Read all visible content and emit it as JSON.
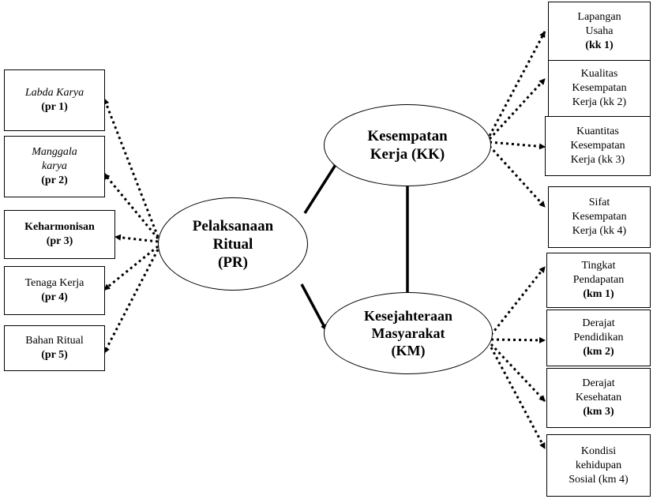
{
  "constructs": {
    "pr": {
      "line1": "Pelaksanaan",
      "line2": "Ritual",
      "line3": "(PR)"
    },
    "kk": {
      "line1": "Kesempatan",
      "line2": "Kerja (KK)"
    },
    "km": {
      "line1": "Kesejahteraan",
      "line2": "Masyarakat",
      "line3": "(KM)"
    }
  },
  "indicators_pr": [
    {
      "line1": "Labda Karya",
      "line2": "",
      "code": "(pr 1)"
    },
    {
      "line1": "Manggala",
      "line2": "karya",
      "code": "(pr 2)"
    },
    {
      "line1": "Keharmonisan",
      "line2": "",
      "code": "(pr 3)"
    },
    {
      "line1": "Tenaga Kerja",
      "line2": "",
      "code": "(pr 4)"
    },
    {
      "line1": "Bahan Ritual",
      "line2": "",
      "code": "(pr 5)"
    }
  ],
  "indicators_kk": [
    {
      "line1": "Lapangan",
      "line2": "Usaha",
      "code": "(kk 1)"
    },
    {
      "line1": "Kualitas",
      "line2": "Kesempatan",
      "code": "Kerja (kk 2)"
    },
    {
      "line1": "Kuantitas",
      "line2": "Kesempatan",
      "code": "Kerja  (kk 3)"
    },
    {
      "line1": "Sifat",
      "line2": "Kesempatan",
      "code": "Kerja  (kk 4)"
    }
  ],
  "indicators_km": [
    {
      "line1": "Tingkat",
      "line2": "Pendapatan",
      "code": "(km 1)"
    },
    {
      "line1": "Derajat",
      "line2": "Pendidikan",
      "code": "(km 2)"
    },
    {
      "line1": "Derajat",
      "line2": "Kesehatan",
      "code": "(km 3)"
    },
    {
      "line1": "Kondisi",
      "line2": "kehidupan",
      "code": "Sosial  (km 4)"
    }
  ]
}
